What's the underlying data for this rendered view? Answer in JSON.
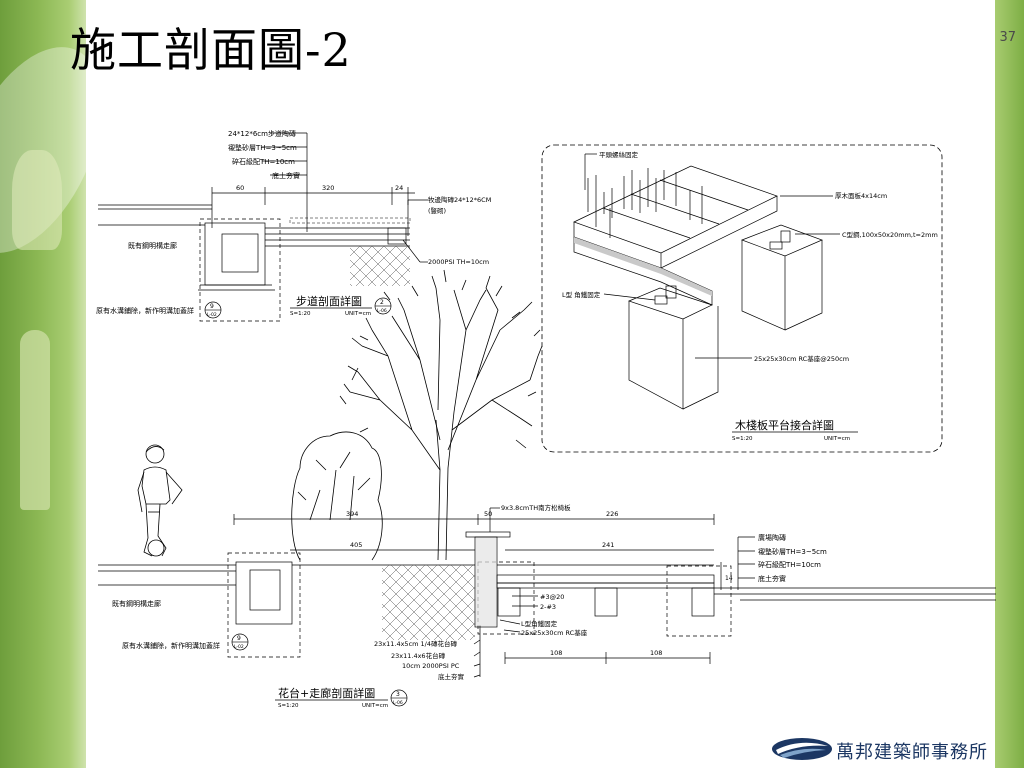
{
  "slide": {
    "title": "施工剖面圖-2",
    "page_number": "37"
  },
  "walkway_section": {
    "layer_labels": [
      "24*12*6cm步道陶磚",
      "襯墊砂層TH=3~5cm",
      "碎石級配TH=10cm",
      "底土夯實"
    ],
    "dims": [
      "60",
      "320",
      "24"
    ],
    "callouts": [
      "牧邊陶磚24*12*6CM",
      "(豎砌)",
      "2000PSI TH=10cm"
    ],
    "left_notes": [
      "既有鋼明構走廊",
      "原有水溝鋪除，新作明溝加蓋詳"
    ],
    "ref_num": "9",
    "ref_sheet": "L-02",
    "caption": "步道剖面詳圖",
    "scale": "S=1:20",
    "unit": "UNIT=cm",
    "caption_num": "2",
    "caption_sheet": "L-06"
  },
  "deck_joint": {
    "labels": [
      "平頭螺絲固定",
      "厚木面板4x14cm",
      "C型鋼,100x50x20mm,t=2mm",
      "L型 角鐵固定",
      "25x25x30cm RC基座@250cm"
    ],
    "caption": "木棧板平台接合詳圖",
    "scale": "S=1:20",
    "unit": "UNIT=cm"
  },
  "planter_section": {
    "dims_top": [
      "394",
      "405",
      "50",
      "226",
      "241"
    ],
    "bench_label": "9x3.8cmTH南方松椅板",
    "right_labels": [
      "廣場陶磚",
      "襯墊砂層TH=3~5cm",
      "碎石級配TH=10cm",
      "底土夯實"
    ],
    "side_dim": "14",
    "rebar_labels": [
      "#3@20",
      "2-#3"
    ],
    "bottom_labels": [
      "L型角鐵固定",
      "25x25x30cm RC基座",
      "23x11.4x5cm 1/4磚花台磚",
      "23x11.4x6花台磚",
      "10cm 2000PSI PC",
      "底土夯實"
    ],
    "bottom_dims": [
      "108",
      "108"
    ],
    "left_notes": [
      "既有鋼明構走廊",
      "原有水溝鋪除，新作明溝加蓋詳"
    ],
    "ref_num": "9",
    "ref_sheet": "L-02",
    "caption": "花台+走廊剖面詳圖",
    "scale": "S=1:20",
    "unit": "UNIT=cm",
    "caption_num": "3",
    "caption_sheet": "L-06"
  },
  "footer": {
    "firm_name": "萬邦建築師事務所"
  },
  "colors": {
    "green_dark": "#6e9e3c",
    "green_light": "#a9cd72",
    "logo_blue": "#1c3763"
  }
}
